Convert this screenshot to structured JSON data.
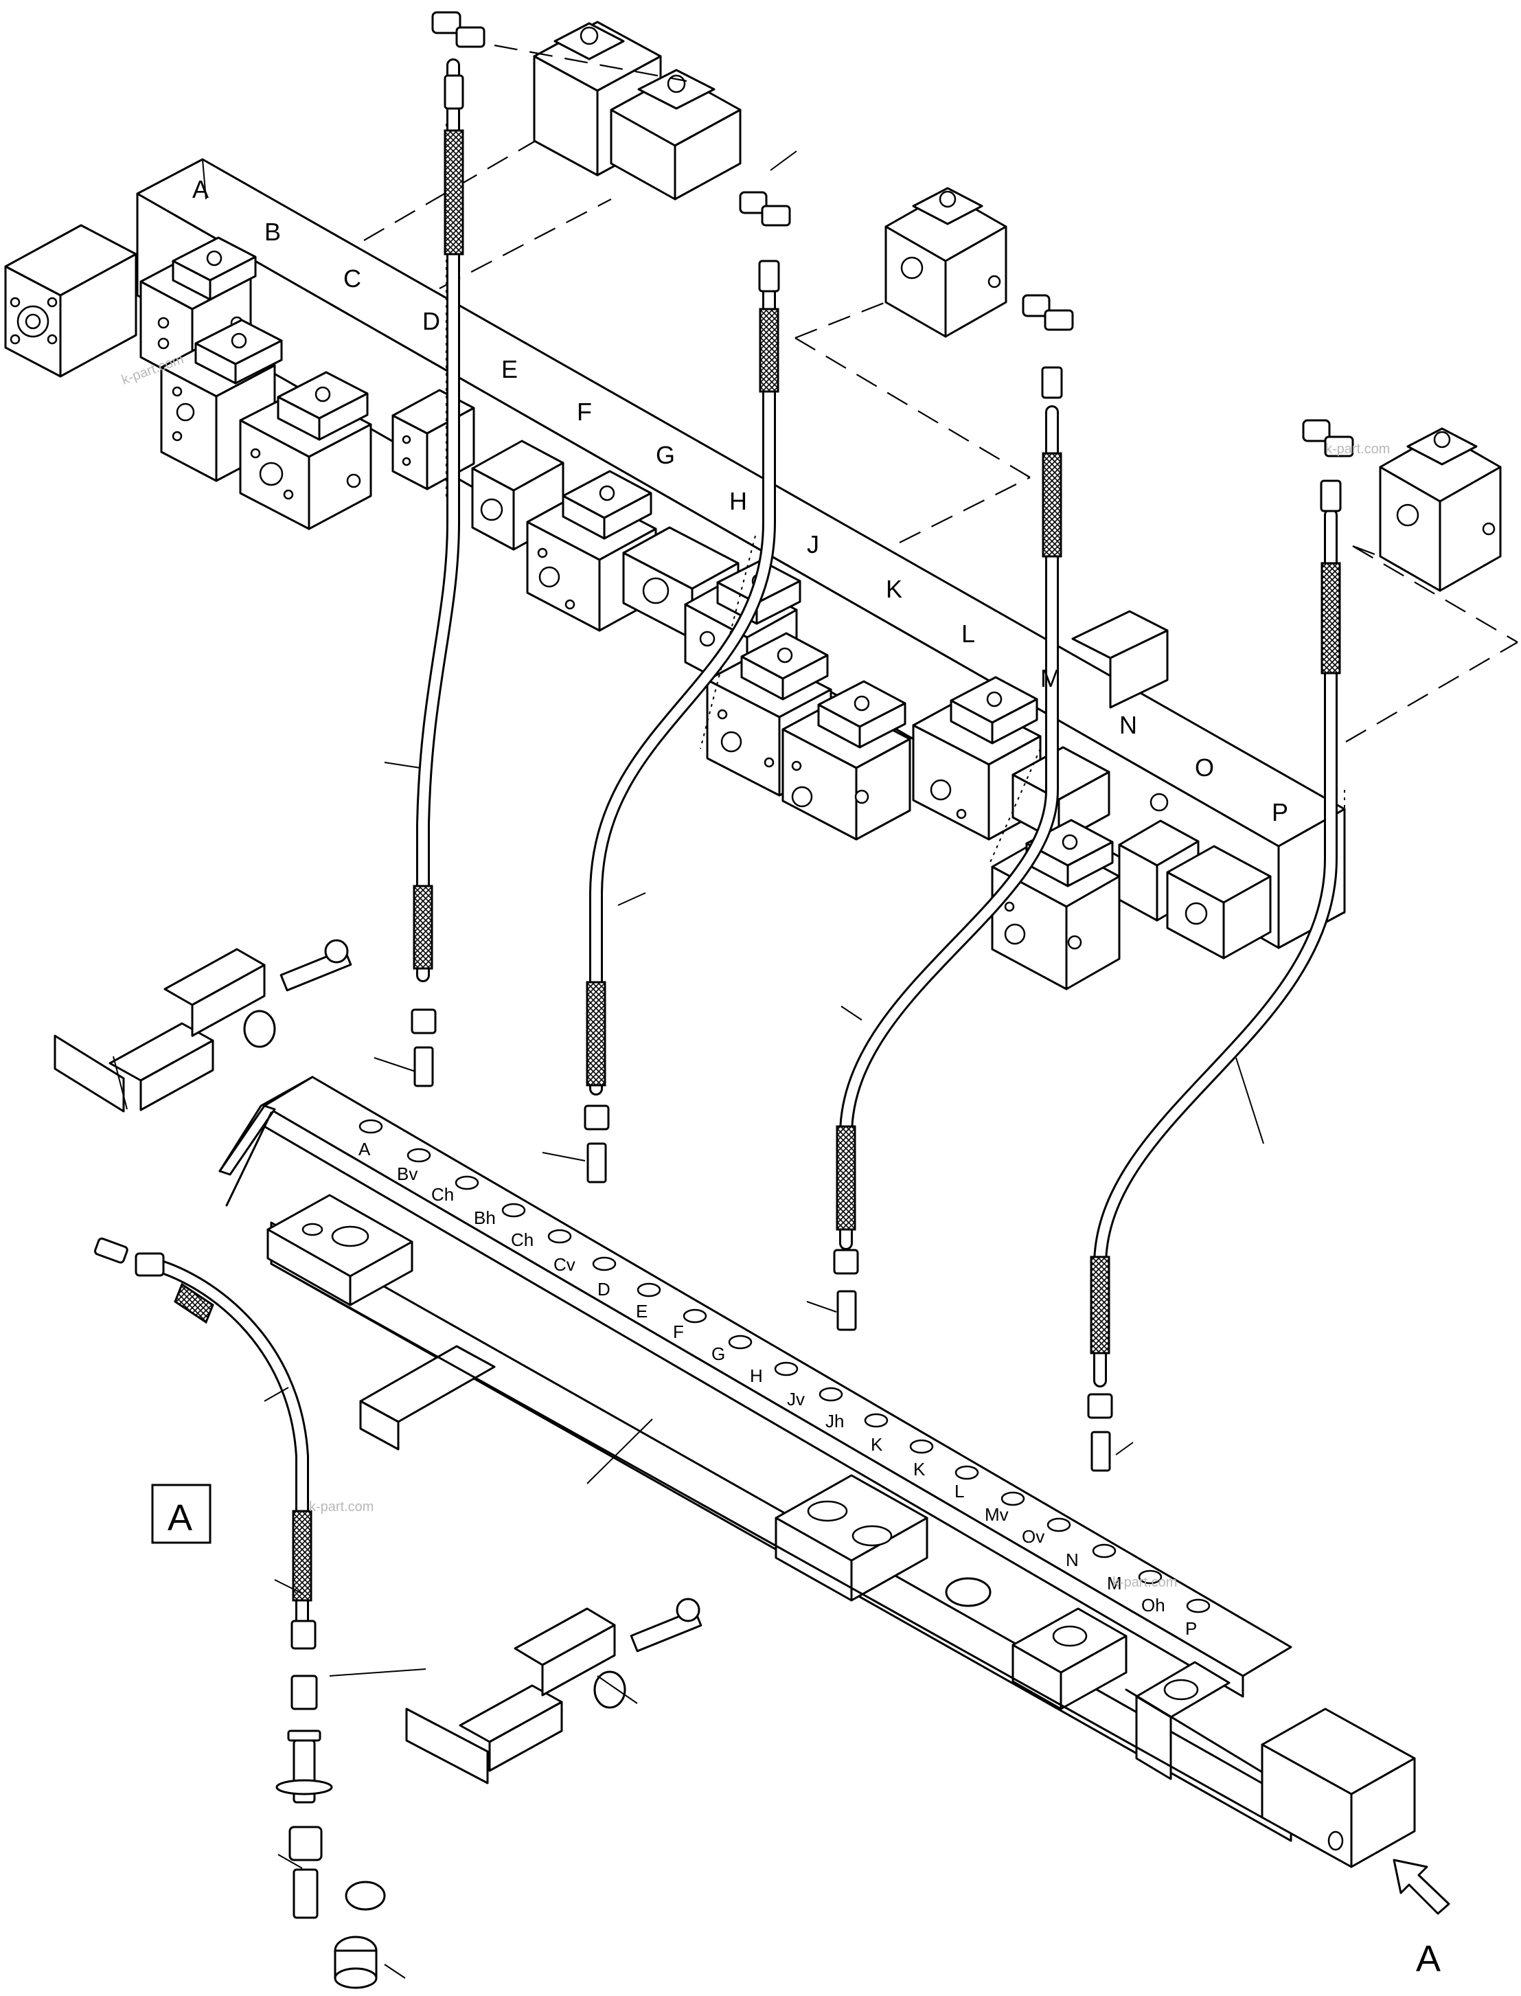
{
  "block_labels": [
    "A",
    "B",
    "C",
    "D",
    "E",
    "F",
    "G",
    "H",
    "J",
    "K",
    "L",
    "M",
    "N",
    "O",
    "P"
  ],
  "port_labels": [
    "A",
    "Bv",
    "Ch",
    "Bh",
    "Ch",
    "Cv",
    "D",
    "E",
    "F",
    "G",
    "H",
    "Jv",
    "Jh",
    "K",
    "K",
    "L",
    "Mv",
    "Ov",
    "N",
    "M",
    "Oh",
    "P"
  ],
  "detail_label": "A",
  "view_label": "A",
  "watermark": "k-part.com"
}
